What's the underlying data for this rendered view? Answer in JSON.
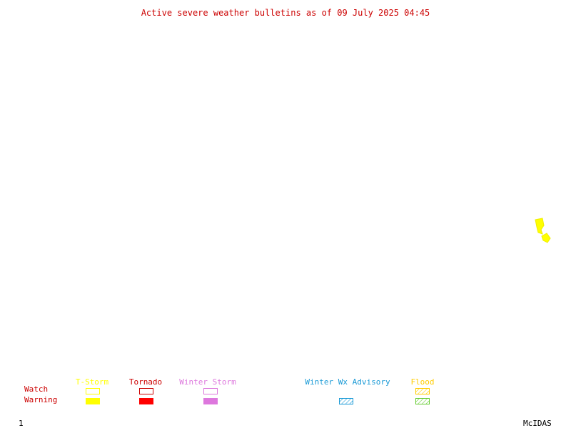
{
  "title": "Active severe weather bulletins as of 09 July 2025 04:45",
  "legend": {
    "rows": {
      "watch": "Watch",
      "warning": "Warning"
    },
    "categories": [
      {
        "id": "tstorm",
        "label": "T-Storm",
        "color": "#ffff00",
        "watch_style": "outline",
        "warning_style": "solid"
      },
      {
        "id": "tornado",
        "label": "Tornado",
        "color": "#ff0000",
        "watch_style": "outline",
        "warning_style": "solid"
      },
      {
        "id": "winter",
        "label": "Winter Storm",
        "color": "#dd77dd",
        "watch_style": "outline",
        "warning_style": "solid"
      },
      {
        "id": "wxadv",
        "label": "Winter Wx Advisory",
        "color": "#1a9ad6",
        "warning_style": "hatched"
      },
      {
        "id": "flood",
        "label": "Flood",
        "color": "#ffcc00",
        "warning_color": "#66cc33",
        "watch_style": "hatched",
        "warning_style": "hatched"
      }
    ]
  },
  "alerts": [
    {
      "type": "T-Storm Warning",
      "color": "#ffff00"
    }
  ],
  "footer": {
    "frame_number": "1",
    "brand": "McIDAS"
  }
}
